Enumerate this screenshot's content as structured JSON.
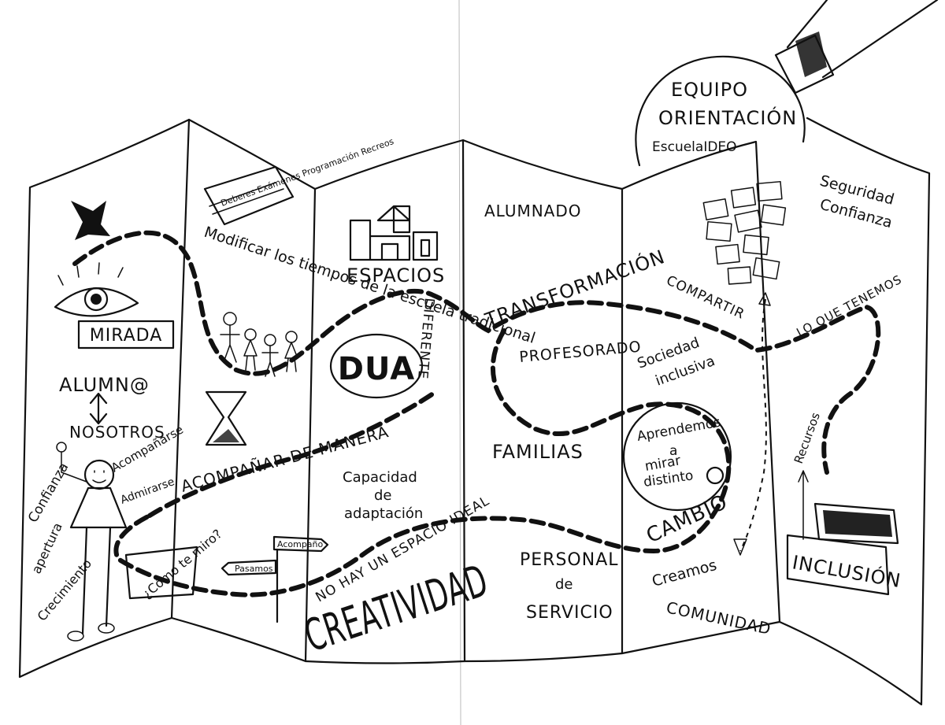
{
  "panels": {
    "p1": {
      "mirada": "MIRADA",
      "alumn": "ALUMN@",
      "nosotros": "NOSOTROS",
      "confianza": "Confianza",
      "acompanarse": "Acompañarse",
      "admirarse": "Admirarse",
      "apertura": "apertura",
      "crecimiento": "Crecimiento",
      "como_te_miro": "¿Cómo te miro?"
    },
    "p2": {
      "note": "Deberes Exámenes Programación Recreos",
      "modificar": "Modificar los tiempos de la escuela tradicional",
      "pasamos": "Pasamos",
      "acompano": "Acompaño"
    },
    "p3": {
      "espacios": "ESPACIOS",
      "dua": "DUA",
      "diferente": "DIFERENTE",
      "capacidad": "Capacidad de adaptación",
      "creatividad": "CREATIVIDAD"
    },
    "p4": {
      "alumnado": "ALUMNADO",
      "transformacion": "TRANSFORMACIÓN",
      "profesorado": "PROFESORADO",
      "familias": "FAMILIAS",
      "personal": "PERSONAL de SERVICIO"
    },
    "p5": {
      "compartir": "COMPARTIR",
      "sociedad": "Sociedad inclusiva",
      "aprendemos": "Aprendemos a mirar distinto",
      "cambio": "CAMBIO",
      "creamos": "Creamos COMUNIDAD"
    },
    "p6": {
      "seguridad": "Seguridad Confianza",
      "lo_que_tenemos": "Lo que tenemos",
      "recursos": "Recursos",
      "inclusion": "INCLUSIÓN"
    }
  },
  "path_texts": {
    "acompanar": "ACOMPAÑAR DE MANERA",
    "no_hay": "NO HAY UN ESPACIO IDEAL"
  },
  "magnifier": {
    "line1": "EQUIPO",
    "line2": "ORIENTACIÓN",
    "line3": "EscuelaIDEO"
  }
}
